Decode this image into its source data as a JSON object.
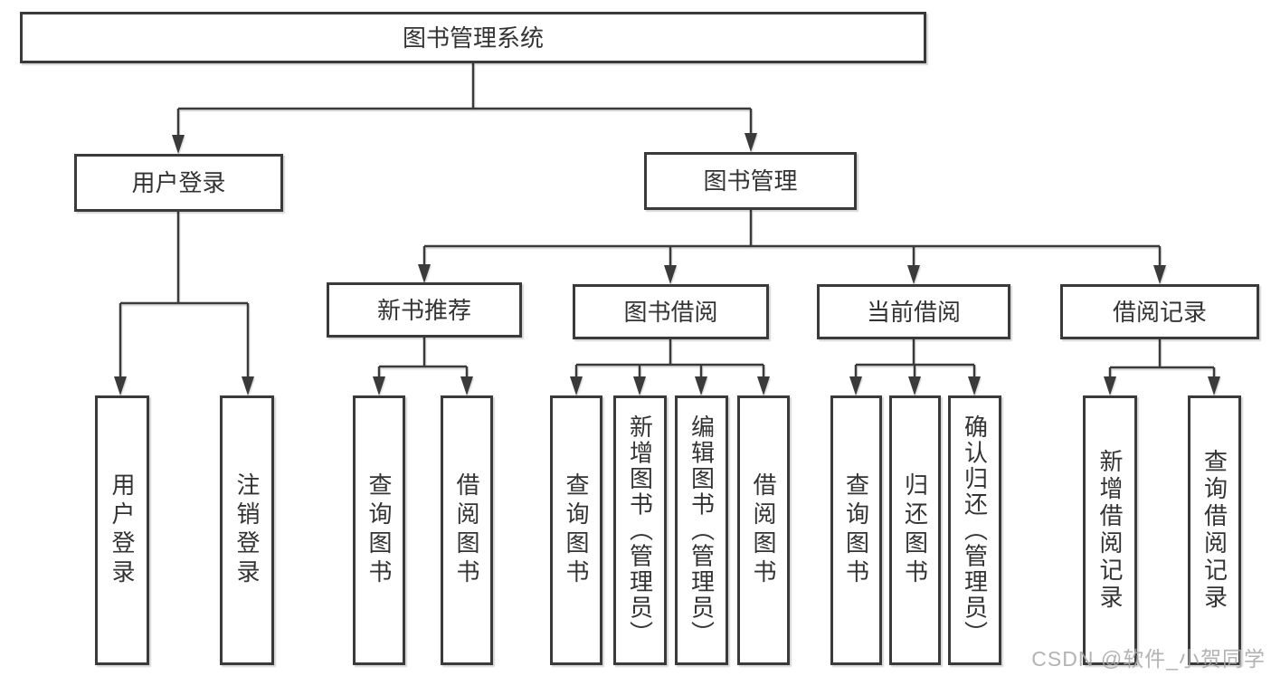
{
  "colors": {
    "line": "#3a3a3a",
    "box_border": "#3a3a3a",
    "box_fill": "#ffffff",
    "text": "#333333",
    "background": "#ffffff",
    "watermark": "#a8a8a8"
  },
  "tree": {
    "label": "图书管理系统",
    "children": [
      {
        "label": "用户登录",
        "children": [
          {
            "label": "用户登录"
          },
          {
            "label": "注销登录"
          }
        ]
      },
      {
        "label": "图书管理",
        "children": [
          {
            "label": "新书推荐",
            "children": [
              {
                "label": "查询图书"
              },
              {
                "label": "借阅图书"
              }
            ]
          },
          {
            "label": "图书借阅",
            "children": [
              {
                "label": "查询图书"
              },
              {
                "label": "新增图书（管理员）"
              },
              {
                "label": "编辑图书（管理员）"
              },
              {
                "label": "借阅图书"
              }
            ]
          },
          {
            "label": "当前借阅",
            "children": [
              {
                "label": "查询图书"
              },
              {
                "label": "归还图书"
              },
              {
                "label": "确认归还（管理员）"
              }
            ]
          },
          {
            "label": "借阅记录",
            "children": [
              {
                "label": "新增借阅记录"
              },
              {
                "label": "查询借阅记录"
              }
            ]
          }
        ]
      }
    ]
  },
  "watermark": {
    "text": "CSDN @软件_小贺同学"
  }
}
